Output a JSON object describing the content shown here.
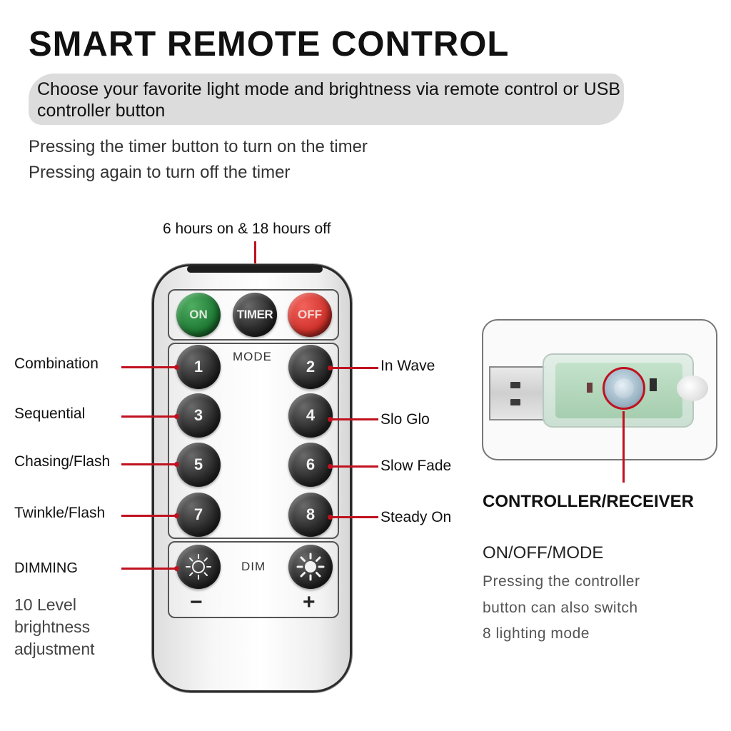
{
  "title": "SMART REMOTE CONTROL",
  "subtitle": "Choose your favorite light mode and brightness via remote control or USB controller button",
  "instructions": [
    "Pressing the timer button to turn on the timer",
    "Pressing again to turn off the timer"
  ],
  "timer_note": "6 hours on & 18 hours off",
  "remote": {
    "top_buttons": {
      "on": "ON",
      "timer": "TIMER",
      "off": "OFF"
    },
    "mode_label": "MODE",
    "mode_buttons": [
      "1",
      "2",
      "3",
      "4",
      "5",
      "6",
      "7",
      "8"
    ],
    "dim_label": "DIM",
    "minus": "−",
    "plus": "+"
  },
  "modes_left": [
    "Combination",
    "Sequential",
    "Chasing/Flash",
    "Twinkle/Flash"
  ],
  "modes_right": [
    "In Wave",
    "Slo Glo",
    "Slow Fade",
    "Steady On"
  ],
  "dimming": {
    "label": "DIMMING",
    "description_lines": [
      "10 Level",
      "brightness",
      "adjustment"
    ]
  },
  "controller": {
    "title": "CONTROLLER/RECEIVER",
    "mode_heading": "ON/OFF/MODE",
    "description_lines": [
      "Pressing the controller",
      "button can also switch",
      "8 lighting mode"
    ]
  },
  "colors": {
    "accent_red": "#c0111f",
    "on_green": "#1f7a34",
    "off_red": "#d0332c",
    "button_dark": "#2b2b2b"
  },
  "icons": [
    "sun-dim-icon",
    "sun-bright-icon"
  ]
}
